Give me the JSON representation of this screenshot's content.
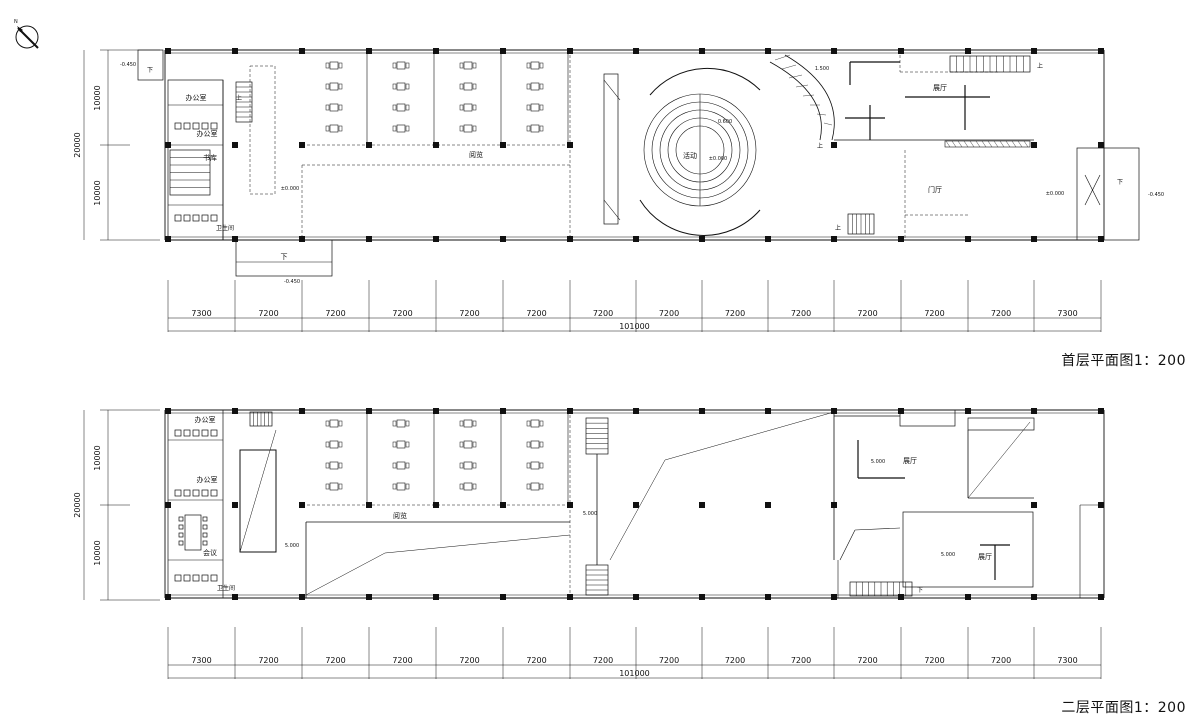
{
  "plans": [
    {
      "id": "floor1",
      "title": "首层平面图1：200",
      "dim_total": "101000",
      "dim_spans": [
        "7300",
        "7200",
        "7200",
        "7200",
        "7200",
        "7200",
        "7200",
        "7200",
        "7200",
        "7200",
        "7200",
        "7200",
        "7200",
        "7300"
      ],
      "dim_left_total": "20000",
      "dim_left_parts": [
        "10000",
        "10000"
      ],
      "rooms": {
        "office": "办公室",
        "library": "书库",
        "reading": "阅览",
        "activity": "活动",
        "exhibit": "展厅",
        "lobby": "门厅",
        "toilet": "卫生间",
        "down": "下",
        "up": "上"
      },
      "levels": {
        "entrance_left": "-0.450",
        "ramp": "-0.450",
        "floor": "±0.000",
        "stage": "0.600",
        "stair_up": "1.500",
        "entrance_right": "-0.450"
      }
    },
    {
      "id": "floor2",
      "title": "二层平面图1：200",
      "dim_total": "101000",
      "dim_spans": [
        "7300",
        "7200",
        "7200",
        "7200",
        "7200",
        "7200",
        "7200",
        "7200",
        "7200",
        "7200",
        "7200",
        "7200",
        "7200",
        "7300"
      ],
      "dim_left_total": "20000",
      "dim_left_parts": [
        "10000",
        "10000"
      ],
      "rooms": {
        "office": "办公室",
        "meeting": "会议",
        "reading": "阅览",
        "exhibit": "展厅",
        "toilet": "卫生间",
        "down": "下"
      },
      "levels": {
        "floor": "5.000"
      }
    }
  ]
}
